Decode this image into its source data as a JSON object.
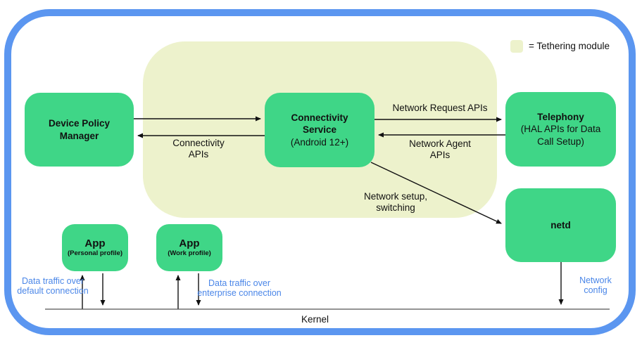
{
  "legend": {
    "label": "= Tethering module"
  },
  "nodes": {
    "dpm": {
      "title": "Device Policy Manager",
      "subtitle": ""
    },
    "cs": {
      "title": "Connectivity Service",
      "subtitle": "(Android 12+)"
    },
    "telephony": {
      "title": "Telephony",
      "subtitle": "(HAL APIs for Data Call Setup)"
    },
    "netd": {
      "title": "netd",
      "subtitle": ""
    },
    "app_personal": {
      "title": "App",
      "subtitle": "(Personal profile)"
    },
    "app_work": {
      "title": "App",
      "subtitle": "(Work profile)"
    }
  },
  "edge_labels": {
    "connectivity_apis": "Connectivity APIs",
    "network_request_apis": "Network Request APIs",
    "network_agent_apis": "Network Agent APIs",
    "network_setup_switching": "Network setup, switching",
    "network_config": "Network config",
    "data_traffic_default": "Data traffic over default connection",
    "data_traffic_enterprise": "Data traffic over enterprise connection",
    "kernel": "Kernel"
  },
  "colors": {
    "green_box": "#3fd687",
    "tethering_bg": "#edf2cc",
    "frame_blue": "#5b96f0",
    "blue_text": "#4a86e8",
    "arrow": "#111111",
    "kernel_line": "#555555"
  }
}
